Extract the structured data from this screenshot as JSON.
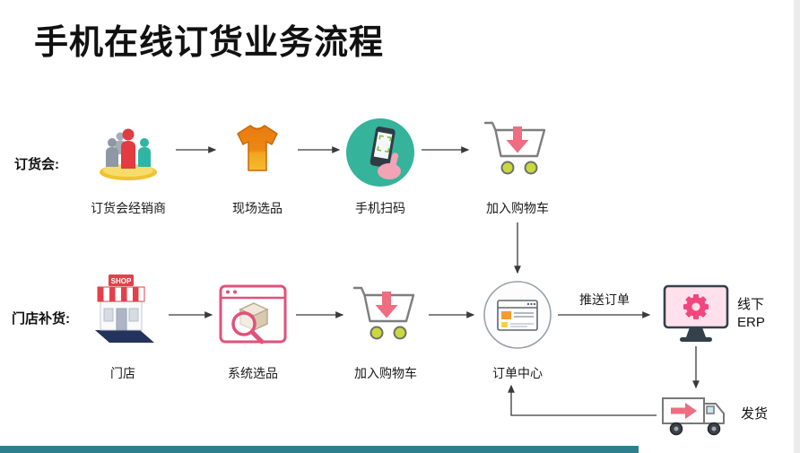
{
  "title": "手机在线订货业务流程",
  "row1": {
    "label": "订货会:",
    "captions": [
      "订货会经销商",
      "现场选品",
      "手机扫码",
      "加入购物车"
    ]
  },
  "row2": {
    "label": "门店补货:",
    "captions": [
      "门店",
      "系统选品",
      "加入购物车",
      "订单中心"
    ]
  },
  "branch": {
    "push_order": "推送订单",
    "erp_line1": "线下",
    "erp_line2": "ERP",
    "ship": "发货"
  },
  "icons": {
    "shop_sign_text": "SHOP",
    "names": [
      "people-group-icon",
      "tshirt-icon",
      "phone-scan-icon",
      "cart-down-arrow-icon",
      "shop-storefront-icon",
      "system-select-icon",
      "cart-down-arrow-icon",
      "order-center-icon",
      "erp-monitor-icon",
      "delivery-truck-icon"
    ]
  },
  "colors": {
    "accent_bar": "#2E7F8E",
    "pink_arrow": "#EE6D80",
    "teal_circle": "#35B39B",
    "shirt_orange": "#ED7C0B",
    "crimson_outline": "#E0527A",
    "wheel_green": "#C9D83C",
    "shop_red": "#E2414B",
    "base_navy": "#24335B"
  }
}
